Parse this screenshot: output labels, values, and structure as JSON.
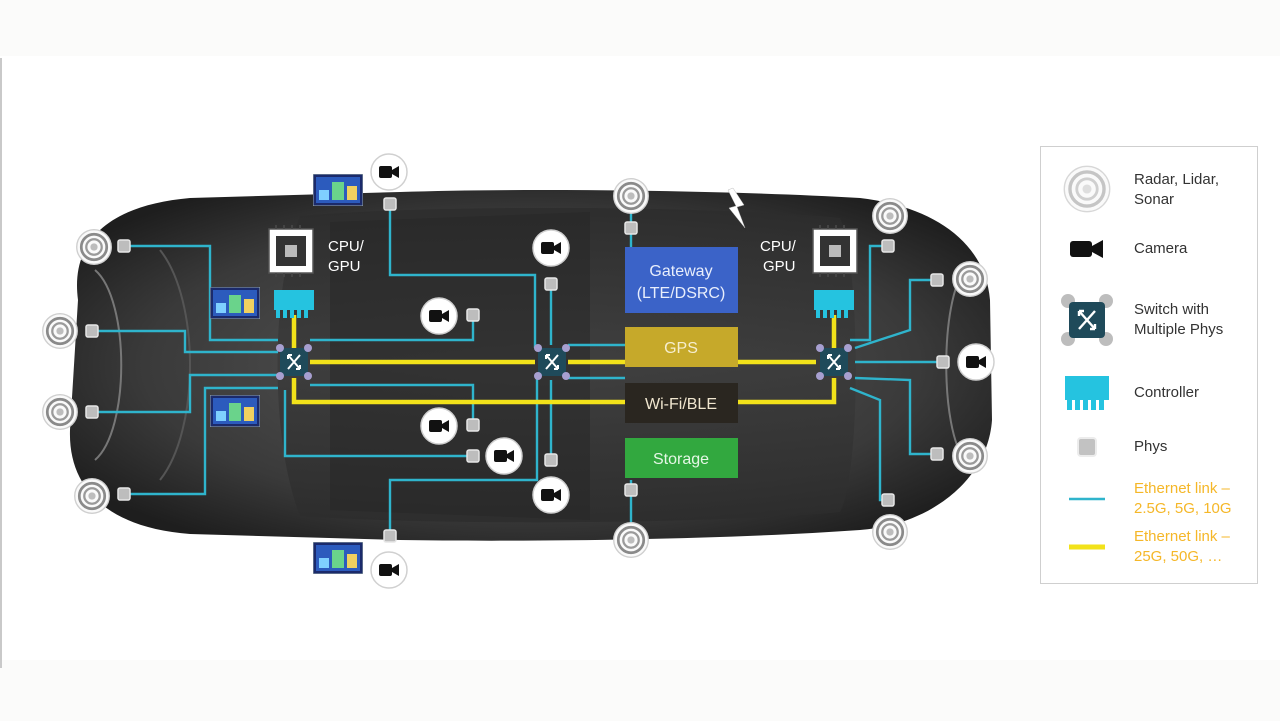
{
  "labels": {
    "cpu_gpu_left": [
      "CPU/",
      "GPU"
    ],
    "cpu_gpu_right": [
      "CPU/",
      "GPU"
    ],
    "gateway": [
      "Gateway",
      "(LTE/DSRC)"
    ],
    "gps": "GPS",
    "wifi": "Wi-Fi/BLE",
    "storage": "Storage"
  },
  "legend": {
    "items": [
      {
        "icon": "radar-lidar-sonar-icon",
        "lines": [
          "Radar, Lidar,",
          "Sonar"
        ]
      },
      {
        "icon": "camera-icon",
        "lines": [
          "Camera"
        ]
      },
      {
        "icon": "switch-icon",
        "lines": [
          "Switch with",
          "Multiple Phys"
        ]
      },
      {
        "icon": "controller-icon",
        "lines": [
          "Controller"
        ]
      },
      {
        "icon": "phy-icon",
        "lines": [
          "Phys"
        ]
      },
      {
        "icon": "ethernet-link-thin-icon",
        "lines": [
          "Ethernet link –",
          "2.5G, 5G, 10G"
        ]
      },
      {
        "icon": "ethernet-link-thick-icon",
        "lines": [
          "Ethernet link –",
          "25G, 50G, …"
        ]
      }
    ]
  },
  "colors": {
    "thin_link": "#2fb4cc",
    "thick_link": "#f2e21a",
    "gateway": "#3b63c8",
    "gps": "#c6a92a",
    "wifi": "#2a2620",
    "storage": "#32a83f",
    "controller": "#25c3e0",
    "legend_orange": "#f5b728"
  }
}
